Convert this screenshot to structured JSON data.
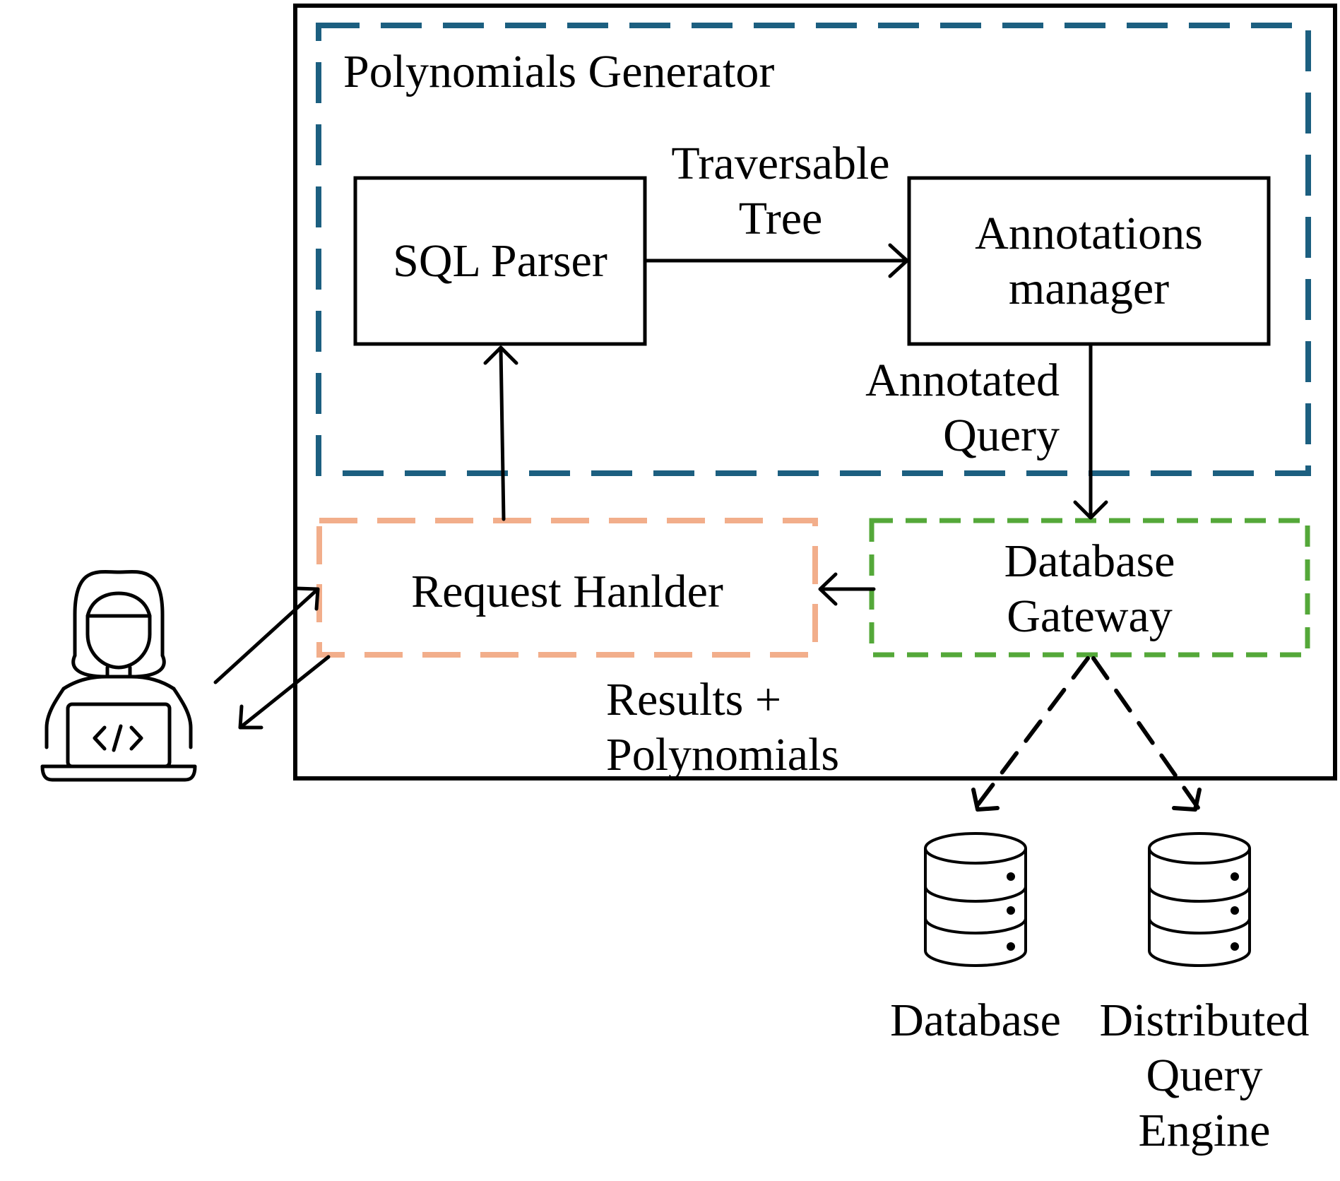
{
  "colors": {
    "outer_box": "#000000",
    "generator_dashes": "#1c5f80",
    "request_dashes": "#f2ae8b",
    "gateway_dashes": "#54a839",
    "arrows": "#000000"
  },
  "generator": {
    "title": "Polynomials Generator"
  },
  "sql_parser": {
    "label": "SQL Parser"
  },
  "annotations_manager": {
    "line1": "Annotations",
    "line2": "manager"
  },
  "edges": {
    "traversable_tree": {
      "line1": "Traversable",
      "line2": "Tree"
    },
    "annotated_query": {
      "line1": "Annotated",
      "line2": "Query"
    },
    "results_polynomials": {
      "line1": "Results +",
      "line2": "Polynomials"
    }
  },
  "request_handler": {
    "label": "Request Hanlder"
  },
  "database_gateway": {
    "line1": "Database",
    "line2": "Gateway"
  },
  "storage": {
    "database": {
      "label": "Database",
      "icon": "database-icon"
    },
    "distributed_engine": {
      "line1": "Distributed",
      "line2": "Query",
      "line3": "Engine",
      "icon": "database-icon"
    }
  },
  "user": {
    "icon": "developer-laptop-icon"
  }
}
